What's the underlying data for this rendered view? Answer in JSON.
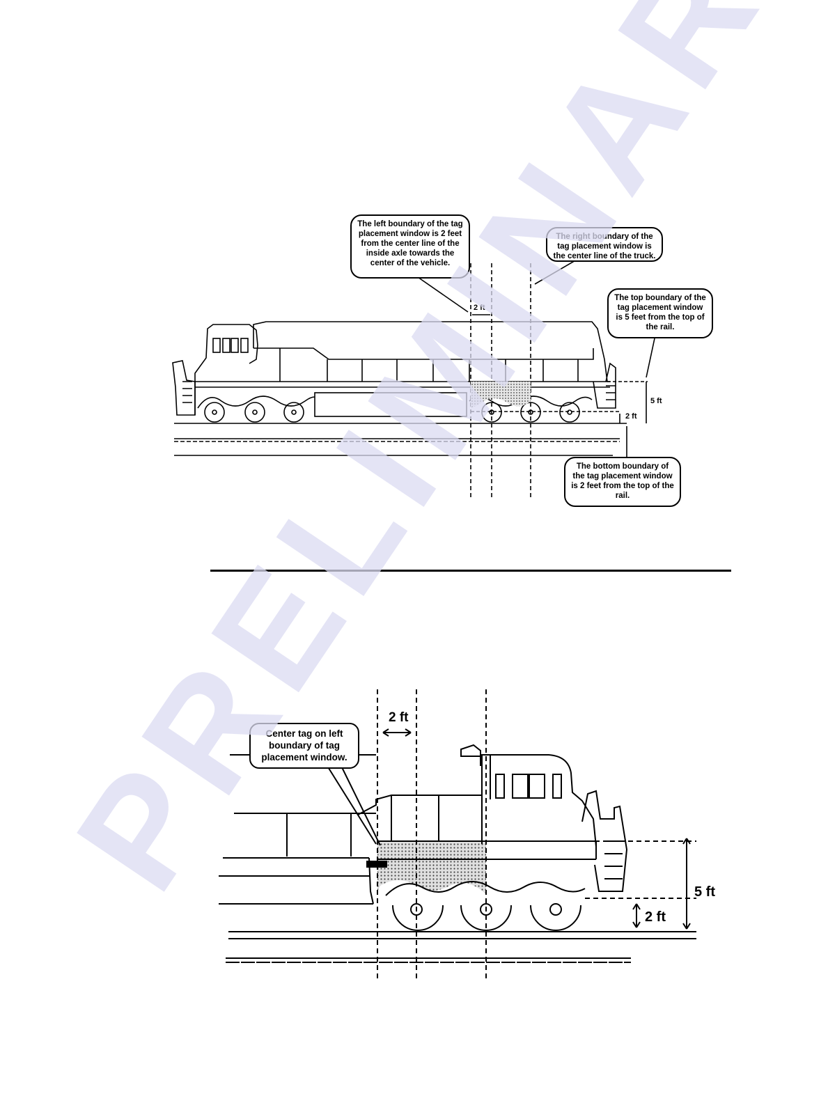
{
  "watermark": {
    "text": "PRELIMINARY"
  },
  "figure_top": {
    "callouts": {
      "left_boundary": "The left boundary of the tag placement window is 2 feet from the center line of the inside axle towards the center of the vehicle.",
      "right_boundary": "The right boundary of the tag placement window is the center line of the truck.",
      "top_boundary": "The top boundary of the tag placement window is 5 feet from the top of the rail.",
      "bottom_boundary": "The bottom boundary of the tag placement window is 2 feet from the top of the rail."
    },
    "dimensions": {
      "horizontal": "2 ft",
      "vertical_top": "5 ft",
      "vertical_bottom": "2 ft"
    }
  },
  "figure_bottom": {
    "callouts": {
      "center_tag": "Center tag on left boundary of tag placement window."
    },
    "dimensions": {
      "horizontal": "2 ft",
      "vertical_top": "5 ft",
      "vertical_bottom": "2 ft"
    }
  }
}
